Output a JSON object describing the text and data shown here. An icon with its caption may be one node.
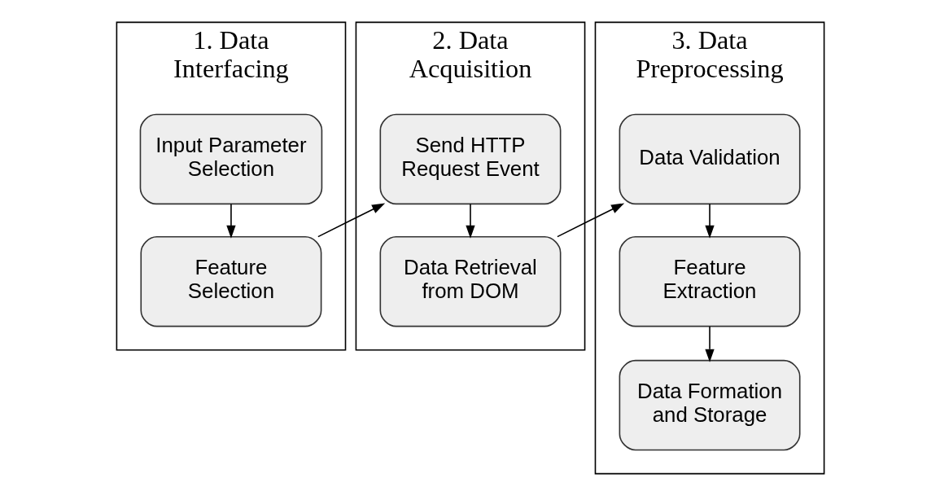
{
  "diagram": {
    "nodes": [
      {
        "text": [
          "1. Data Interfacing"
        ]
      },
      {
        "text": [
          "Input Parameter Selection"
        ],
        "in": 0
      },
      {
        "text": [
          "Feature Selection"
        ],
        "in": 0
      },
      {
        "text": [
          "2. Data Acquisition"
        ]
      },
      {
        "text": [
          "Send HTTP Request Event"
        ],
        "in": 3
      },
      {
        "text": [
          "Data Retrieval from DOM"
        ],
        "in": 3
      },
      {
        "text": [
          "3. Data Preprocessing"
        ]
      },
      {
        "text": [
          "Data Validation"
        ],
        "in": 6
      },
      {
        "text": [
          "Feature Extraction"
        ],
        "in": 6
      },
      {
        "text": [
          "Data Formation and Storage"
        ],
        "in": 6
      }
    ],
    "edges": [
      {
        "from": 1,
        "to": 2,
        "arrow": "to"
      },
      {
        "from": 2,
        "to": 4,
        "arrow": "to"
      },
      {
        "from": 4,
        "to": 5,
        "arrow": "to"
      },
      {
        "from": 5,
        "to": 7,
        "arrow": "to"
      },
      {
        "from": 7,
        "to": 8,
        "arrow": "to"
      },
      {
        "from": 8,
        "to": 9,
        "arrow": "to"
      }
    ]
  }
}
